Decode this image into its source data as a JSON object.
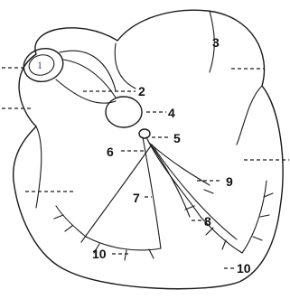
{
  "labels": {
    "l1": "1",
    "l2": "2",
    "l3": "3",
    "l4": "4",
    "l5": "5",
    "l6": "6",
    "l7": "7",
    "l8": "8",
    "l9": "9",
    "l10a": "10",
    "l10b": "10"
  },
  "colors": {
    "ink": "#1a1a1a",
    "label_1": "#3d4a8c"
  }
}
